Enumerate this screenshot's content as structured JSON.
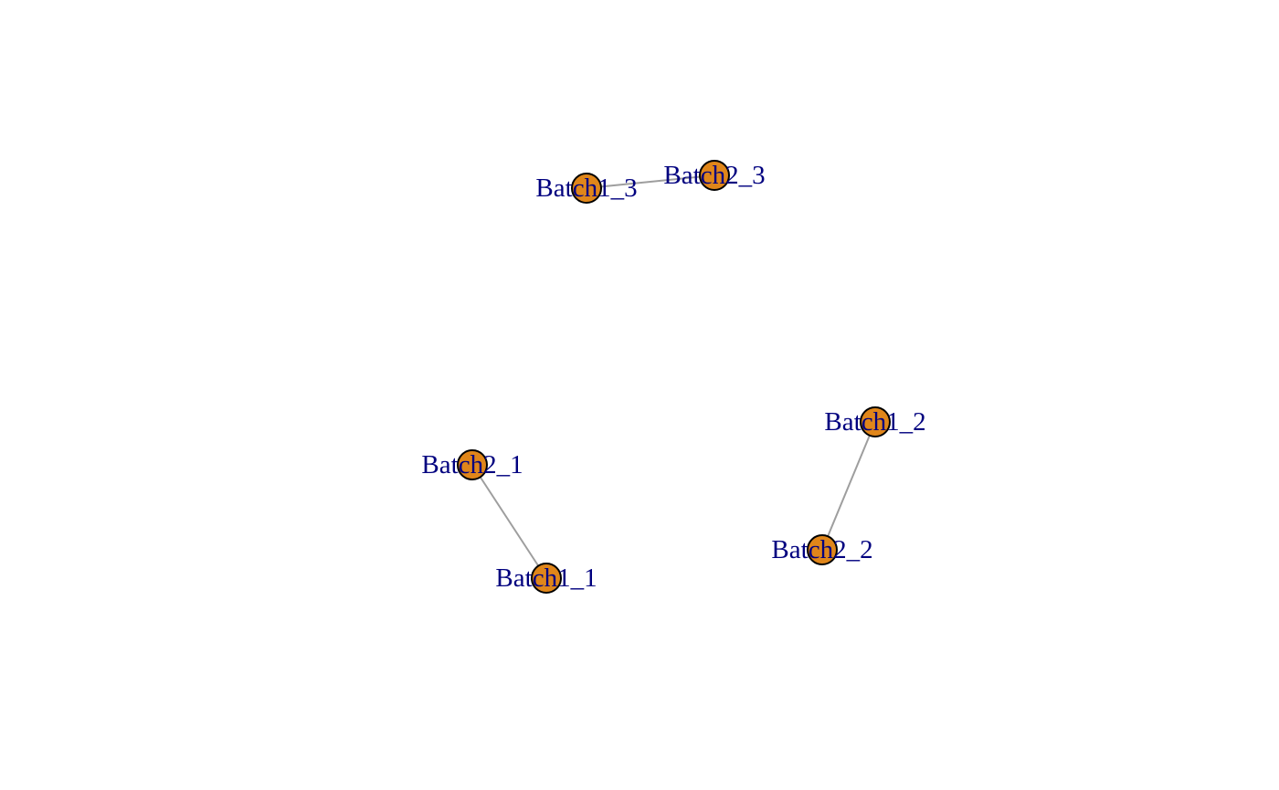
{
  "graph": {
    "colors": {
      "edge": "#9e9e9e",
      "node_fill": "#e0861a",
      "node_stroke": "#000000",
      "label": "#00007f"
    },
    "nodes": [
      {
        "id": "b1_3",
        "label": "Batch1_3"
      },
      {
        "id": "b2_3",
        "label": "Batch2_3"
      },
      {
        "id": "b1_2",
        "label": "Batch1_2"
      },
      {
        "id": "b2_2",
        "label": "Batch2_2"
      },
      {
        "id": "b2_1",
        "label": "Batch2_1"
      },
      {
        "id": "b1_1",
        "label": "Batch1_1"
      }
    ],
    "edges": [
      {
        "source": "b1_3",
        "target": "b2_3"
      },
      {
        "source": "b1_2",
        "target": "b2_2"
      },
      {
        "source": "b2_1",
        "target": "b1_1"
      }
    ]
  }
}
